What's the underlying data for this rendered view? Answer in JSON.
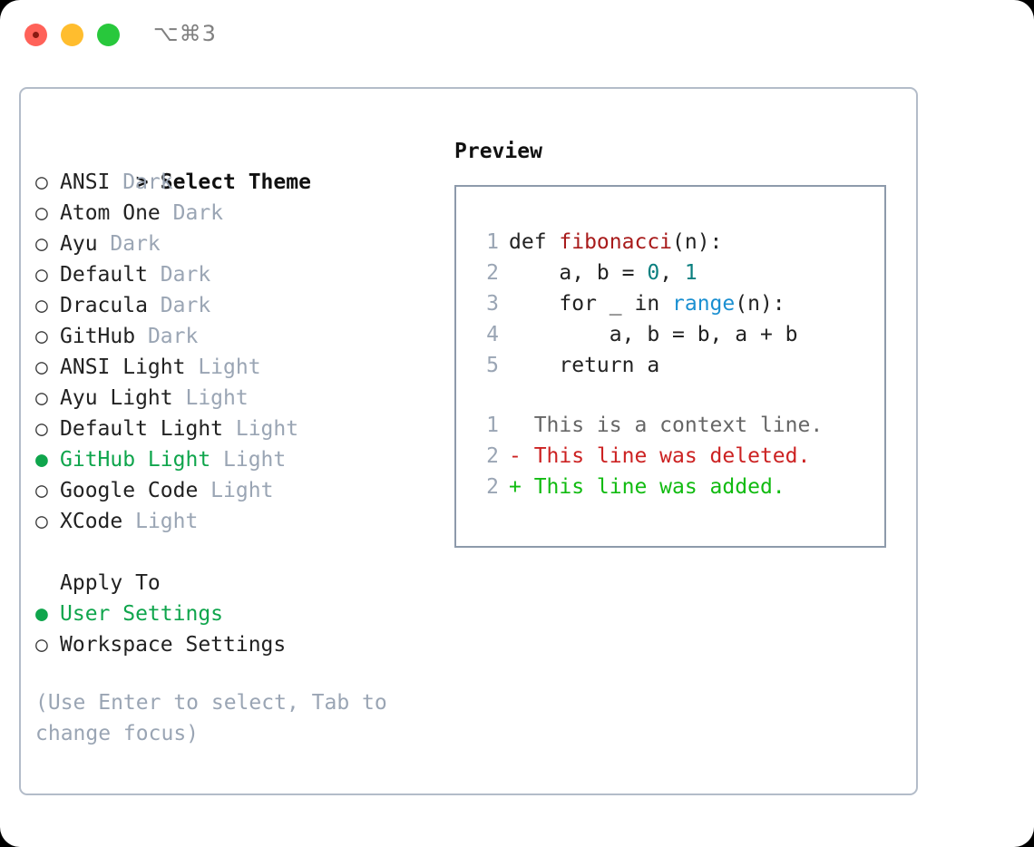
{
  "titlebar": {
    "shortcut": "⌥⌘3",
    "buttons": [
      "close",
      "minimize",
      "zoom"
    ]
  },
  "theme_list": {
    "header": "Select Theme",
    "caret": ">",
    "radio_empty": "○",
    "radio_full": "●",
    "items": [
      {
        "label": "ANSI",
        "tag": "Dark",
        "selected": false
      },
      {
        "label": "Atom One",
        "tag": "Dark",
        "selected": false
      },
      {
        "label": "Ayu",
        "tag": "Dark",
        "selected": false
      },
      {
        "label": "Default",
        "tag": "Dark",
        "selected": false
      },
      {
        "label": "Dracula",
        "tag": "Dark",
        "selected": false
      },
      {
        "label": "GitHub",
        "tag": "Dark",
        "selected": false
      },
      {
        "label": "ANSI Light",
        "tag": "Light",
        "selected": false
      },
      {
        "label": "Ayu Light",
        "tag": "Light",
        "selected": false
      },
      {
        "label": "Default Light",
        "tag": "Light",
        "selected": false
      },
      {
        "label": "GitHub Light",
        "tag": "Light",
        "selected": true
      },
      {
        "label": "Google Code",
        "tag": "Light",
        "selected": false
      },
      {
        "label": "XCode",
        "tag": "Light",
        "selected": false
      }
    ]
  },
  "apply_to": {
    "header": "Apply To",
    "options": [
      {
        "label": "User Settings",
        "selected": true
      },
      {
        "label": "Workspace Settings",
        "selected": false
      }
    ]
  },
  "hint": "(Use Enter to select, Tab to change focus)",
  "preview": {
    "title": "Preview",
    "code_lines": [
      {
        "num": "1",
        "parts": [
          {
            "text": "def ",
            "style": "plain"
          },
          {
            "text": "fibonacci",
            "style": "func"
          },
          {
            "text": "(n):",
            "style": "plain"
          }
        ]
      },
      {
        "num": "2",
        "parts": [
          {
            "text": "    a, b = ",
            "style": "plain"
          },
          {
            "text": "0",
            "style": "num"
          },
          {
            "text": ", ",
            "style": "plain"
          },
          {
            "text": "1",
            "style": "num"
          }
        ]
      },
      {
        "num": "3",
        "parts": [
          {
            "text": "    for _ in ",
            "style": "plain"
          },
          {
            "text": "range",
            "style": "call"
          },
          {
            "text": "(n):",
            "style": "plain"
          }
        ]
      },
      {
        "num": "4",
        "parts": [
          {
            "text": "        a, b = b, a + b",
            "style": "plain"
          }
        ]
      },
      {
        "num": "5",
        "parts": [
          {
            "text": "    return a",
            "style": "plain"
          }
        ]
      }
    ],
    "diff_lines": [
      {
        "num": "1",
        "sign": " ",
        "text": " This is a context line.",
        "kind": "context"
      },
      {
        "num": "2",
        "sign": "-",
        "text": " This line was deleted.",
        "kind": "deleted"
      },
      {
        "num": "2",
        "sign": "+",
        "text": " This line was added.",
        "kind": "added"
      }
    ]
  },
  "colors": {
    "selected_green": "#0fa54c",
    "diff_added": "#11bb11",
    "diff_deleted": "#cc2222",
    "tag_grey": "#9aa5b4",
    "syntax_function": "#a81b1b",
    "syntax_number": "#0a7f7f",
    "syntax_call": "#1a8fd1",
    "panel_border": "#b3bcc9",
    "preview_border": "#8d9aab"
  }
}
